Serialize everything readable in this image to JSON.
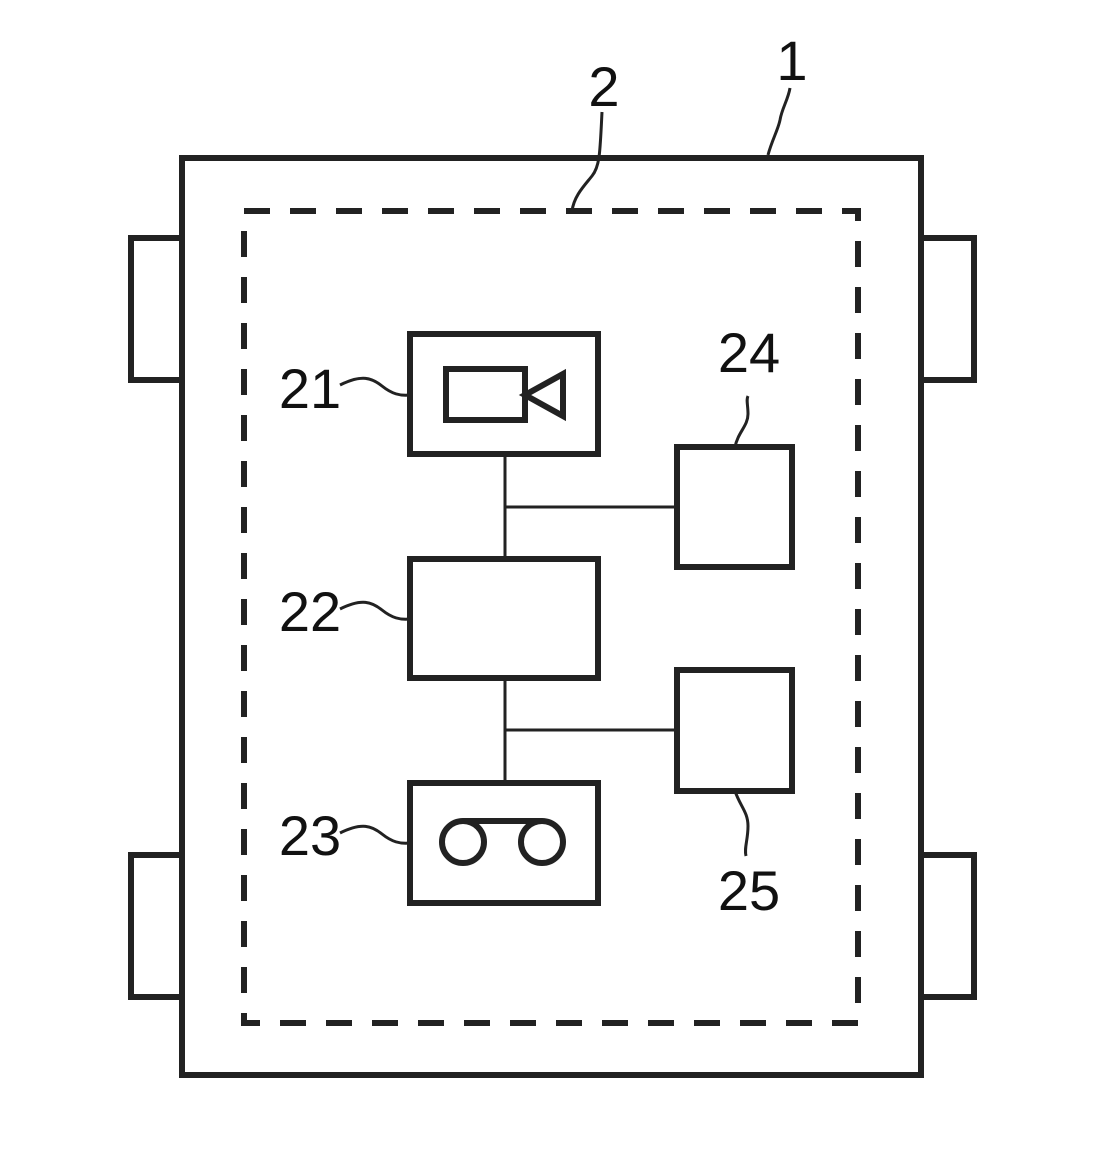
{
  "labels": {
    "housing": "1",
    "inner_unit": "2",
    "camera_module": "21",
    "processor": "22",
    "recorder": "23",
    "block_24": "24",
    "block_25": "25"
  },
  "colors": {
    "line": "#222222",
    "background": "#ffffff"
  },
  "icons": {
    "camera": "video-camera-icon",
    "recorder": "tape-reels-icon"
  }
}
